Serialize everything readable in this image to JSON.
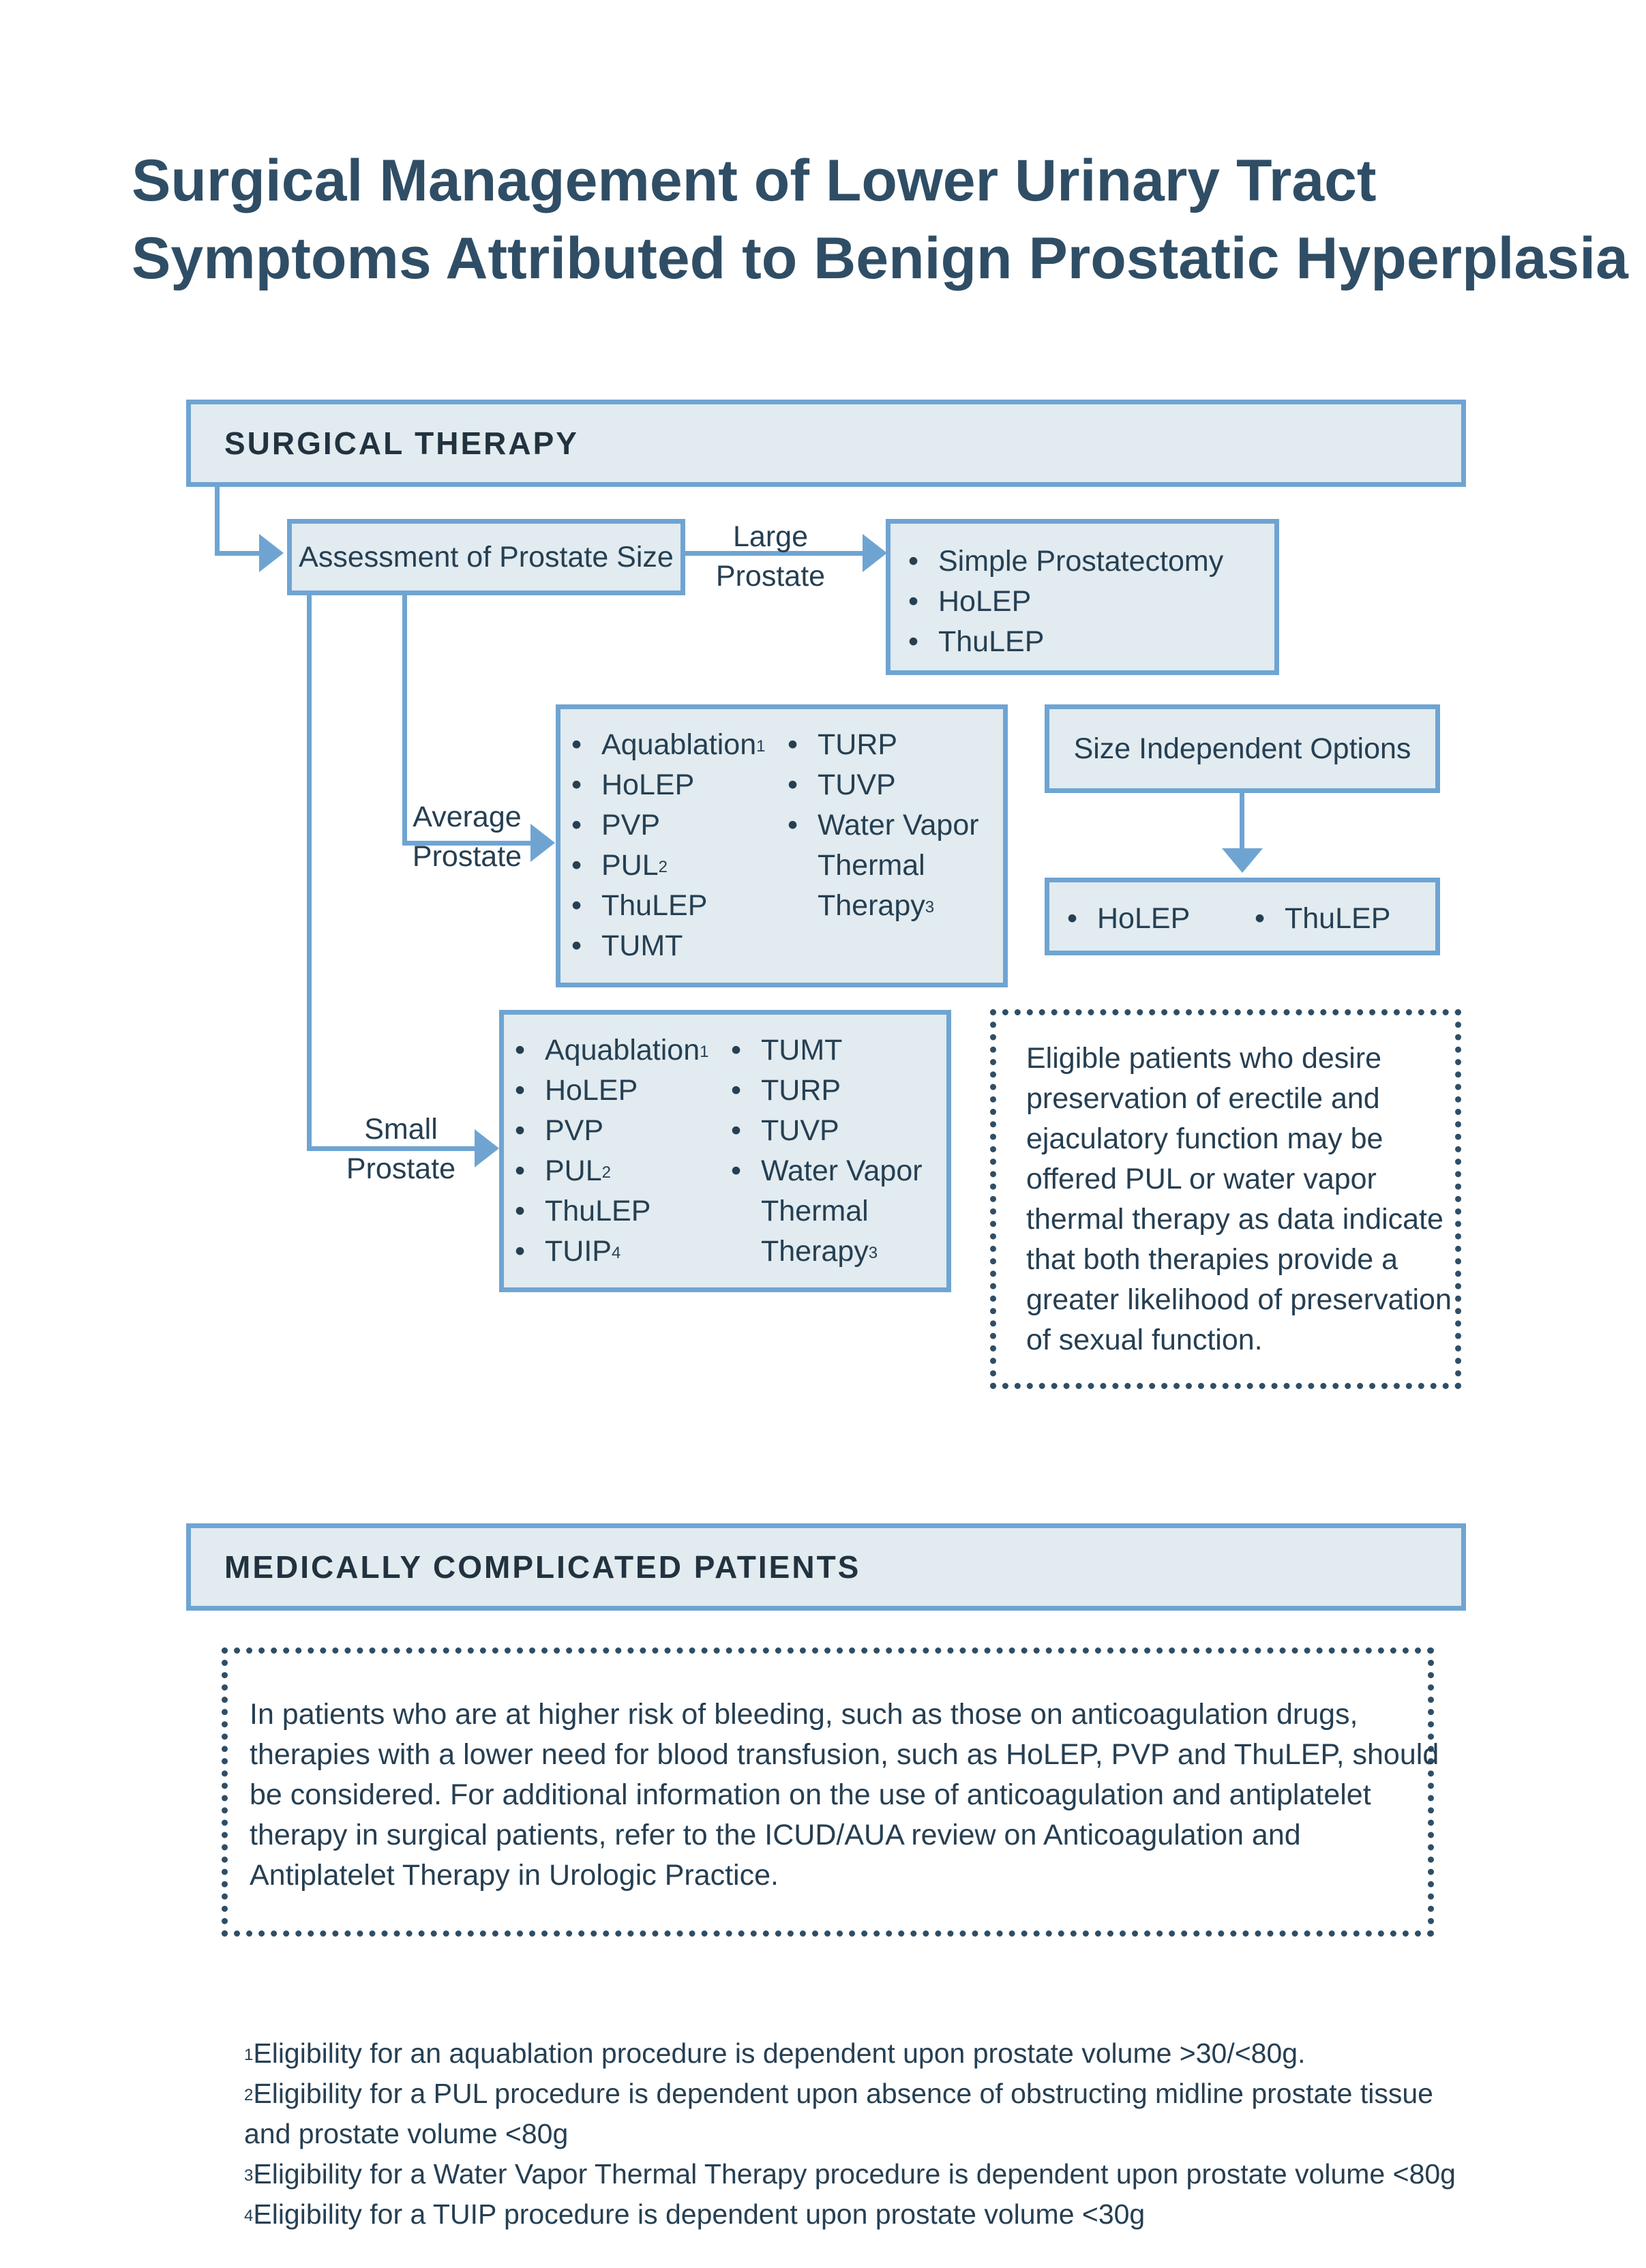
{
  "title": {
    "line1": "Surgical Management of Lower Urinary Tract",
    "line2": "Symptoms Attributed to Benign Prostatic Hyperplasia"
  },
  "surgical_therapy": {
    "header": "SURGICAL THERAPY",
    "assessment": "Assessment of Prostate Size",
    "large_label": [
      "Large",
      "Prostate"
    ],
    "large_options": [
      "Simple Prostatectomy",
      "HoLEP",
      "ThuLEP"
    ],
    "average_label": [
      "Average",
      "Prostate"
    ],
    "average_col1": [
      {
        "text": "Aquablation",
        "sup": "1"
      },
      {
        "text": "HoLEP",
        "sup": ""
      },
      {
        "text": "PVP",
        "sup": ""
      },
      {
        "text": "PUL",
        "sup": "2"
      },
      {
        "text": "ThuLEP",
        "sup": ""
      },
      {
        "text": "TUMT",
        "sup": ""
      }
    ],
    "average_col2": [
      {
        "text": "TURP",
        "sup": ""
      },
      {
        "text": "TUVP",
        "sup": ""
      },
      {
        "text": "Water Vapor",
        "sup": ""
      },
      {
        "text": "Thermal",
        "sup": "",
        "cont": true
      },
      {
        "text": "Therapy",
        "sup": "3",
        "cont": true
      }
    ],
    "small_label": [
      "Small",
      "Prostate"
    ],
    "small_col1": [
      {
        "text": "Aquablation",
        "sup": "1"
      },
      {
        "text": "HoLEP",
        "sup": ""
      },
      {
        "text": "PVP",
        "sup": ""
      },
      {
        "text": "PUL",
        "sup": "2"
      },
      {
        "text": "ThuLEP",
        "sup": ""
      },
      {
        "text": "TUIP",
        "sup": "4"
      }
    ],
    "small_col2": [
      {
        "text": "TUMT",
        "sup": ""
      },
      {
        "text": "TURP",
        "sup": ""
      },
      {
        "text": "TUVP",
        "sup": ""
      },
      {
        "text": "Water Vapor",
        "sup": ""
      },
      {
        "text": "Thermal",
        "sup": "",
        "cont": true
      },
      {
        "text": "Therapy",
        "sup": "3",
        "cont": true
      }
    ],
    "size_independent": "Size Independent Options",
    "size_independent_options": [
      "HoLEP",
      "ThuLEP"
    ],
    "eligible_note": [
      "Eligible patients who desire",
      "preservation of erectile and",
      "ejaculatory function may be",
      "offered PUL or water vapor",
      "thermal therapy as data indicate",
      "that both therapies provide a",
      "greater likelihood of preservation",
      "of sexual function."
    ]
  },
  "medically_complicated": {
    "header": "MEDICALLY COMPLICATED PATIENTS",
    "text_lines": [
      "In patients who are at higher risk of bleeding, such as those on anticoagulation drugs,",
      "therapies with a lower need for blood transfusion, such as HoLEP, PVP and ThuLEP, should",
      "be considered. For additional information on the use of anticoagulation and antiplatelet",
      "therapy in surgical patients, refer to the ICUD/AUA review on Anticoagulation and",
      "Antiplatelet Therapy in Urologic Practice."
    ]
  },
  "footnotes": [
    {
      "num": "1",
      "text": "Eligibility for an aquablation procedure is dependent upon prostate volume >30/<80g."
    },
    {
      "num": "2",
      "text": "Eligibility for a PUL procedure is dependent upon absence of obstructing midline prostate tissue"
    },
    {
      "num": "",
      "text": " and prostate volume <80g"
    },
    {
      "num": "3",
      "text": "Eligibility for a Water Vapor Thermal Therapy procedure is dependent upon prostate volume <80g"
    },
    {
      "num": "4",
      "text": "Eligibility for a TUIP procedure is dependent upon prostate volume <30g"
    }
  ],
  "colors": {
    "title": "#2f4e66",
    "box_fill": "#e1ebf0",
    "box_border": "#6fa4d2",
    "dotted_border": "#2f4e66"
  }
}
